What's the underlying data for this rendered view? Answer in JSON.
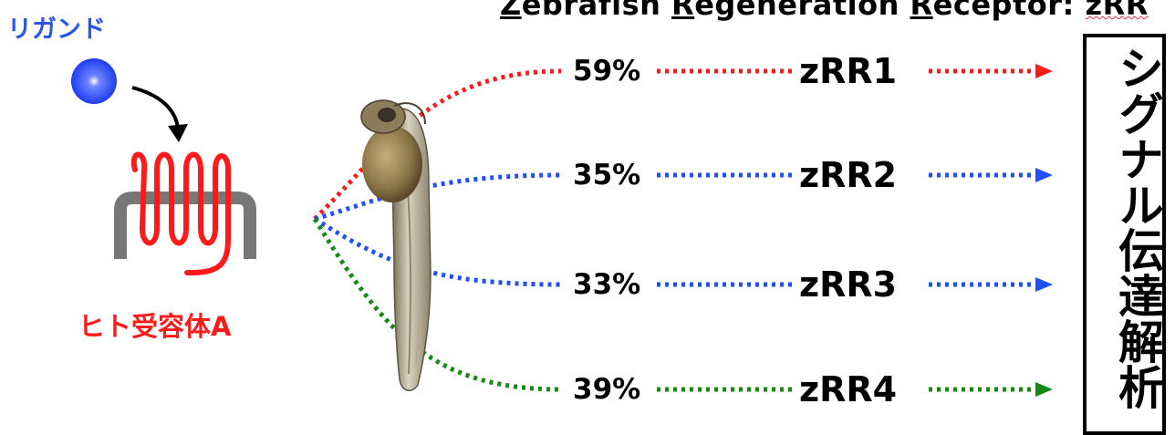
{
  "title": {
    "parts": [
      {
        "text": "Z",
        "underline": true
      },
      {
        "text": "ebrafish ",
        "underline": false
      },
      {
        "text": "R",
        "underline": true
      },
      {
        "text": "egeneration ",
        "underline": false
      },
      {
        "text": "R",
        "underline": true
      },
      {
        "text": "eceptor: ",
        "underline": false
      }
    ],
    "abbreviation": "zRR"
  },
  "ligand_label": "リガンド",
  "receptor_label": "ヒト受容体A",
  "signal_box_label": "シグナル伝達解析",
  "receptors": [
    {
      "name": "zRR1",
      "identity": "59%",
      "color": "#ff1a1a"
    },
    {
      "name": "zRR2",
      "identity": "35%",
      "color": "#1f4fff"
    },
    {
      "name": "zRR3",
      "identity": "33%",
      "color": "#1f4fff"
    },
    {
      "name": "zRR4",
      "identity": "39%",
      "color": "#138a13"
    }
  ],
  "colors": {
    "ligand": "#2a56e8",
    "human_receptor": "#ff1a1a",
    "membrane": "#777777"
  }
}
